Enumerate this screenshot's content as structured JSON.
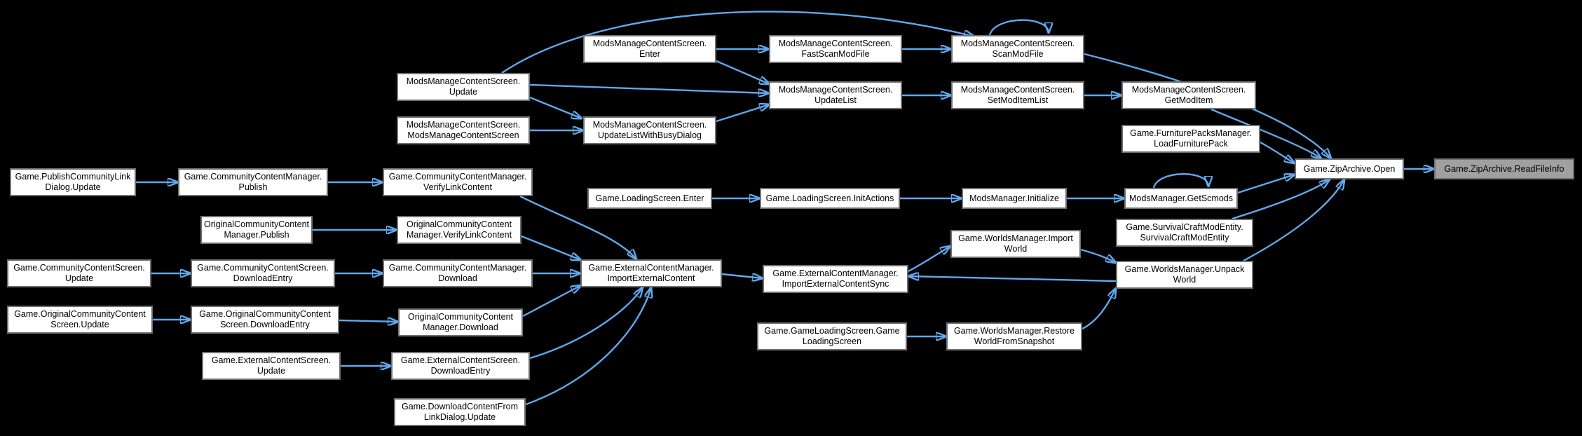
{
  "diagram": {
    "kind": "caller-graph",
    "highlighted_function": "Game.ZipArchive.ReadFileInfo"
  },
  "colors": {
    "background": "#000000",
    "node_fill": "#ffffff",
    "node_border": "#6f6f6f",
    "node_text": "#000000",
    "edge": "#5fa8ec",
    "highlight_fill": "#a0a0a0"
  },
  "nodes": [
    {
      "id": "mmcs_enter",
      "label": "ModsManageContentScreen.\nEnter",
      "highlighted": false
    },
    {
      "id": "mmcs_fastscan",
      "label": "ModsManageContentScreen.\nFastScanModFile",
      "highlighted": false
    },
    {
      "id": "mmcs_scan",
      "label": "ModsManageContentScreen.\nScanModFile",
      "highlighted": false
    },
    {
      "id": "mmcs_update",
      "label": "ModsManageContentScreen.\nUpdate",
      "highlighted": false
    },
    {
      "id": "mmcs_updatelist",
      "label": "ModsManageContentScreen.\nUpdateList",
      "highlighted": false
    },
    {
      "id": "mmcs_setmod",
      "label": "ModsManageContentScreen.\nSetModItemList",
      "highlighted": false
    },
    {
      "id": "mmcs_getmoditem",
      "label": "ModsManageContentScreen.\nGetModItem",
      "highlighted": false
    },
    {
      "id": "mmcs_ctor",
      "label": "ModsManageContentScreen.\nModsManageContentScreen",
      "highlighted": false
    },
    {
      "id": "mmcs_busy",
      "label": "ModsManageContentScreen.\nUpdateListWithBusyDialog",
      "highlighted": false
    },
    {
      "id": "furniture",
      "label": "Game.FurniturePacksManager.\nLoadFurniturePack",
      "highlighted": false
    },
    {
      "id": "zip_open",
      "label": "Game.ZipArchive.Open",
      "highlighted": false
    },
    {
      "id": "zip_rfi",
      "label": "Game.ZipArchive.ReadFileInfo",
      "highlighted": true
    },
    {
      "id": "pcld",
      "label": "Game.PublishCommunityLink\nDialog.Update",
      "highlighted": false
    },
    {
      "id": "ccm_publish",
      "label": "Game.CommunityContentManager.\nPublish",
      "highlighted": false
    },
    {
      "id": "ccm_verify",
      "label": "Game.CommunityContentManager.\nVerifyLinkContent",
      "highlighted": false
    },
    {
      "id": "ls_enter",
      "label": "Game.LoadingScreen.Enter",
      "highlighted": false
    },
    {
      "id": "ls_init",
      "label": "Game.LoadingScreen.InitActions",
      "highlighted": false
    },
    {
      "id": "mm_init",
      "label": "ModsManager.Initialize",
      "highlighted": false
    },
    {
      "id": "mm_getscmods",
      "label": "ModsManager.GetScmods",
      "highlighted": false
    },
    {
      "id": "occm_publish",
      "label": "OriginalCommunityContent\nManager.Publish",
      "highlighted": false
    },
    {
      "id": "occm_verify",
      "label": "OriginalCommunityContent\nManager.VerifyLinkContent",
      "highlighted": false
    },
    {
      "id": "scme",
      "label": "Game.SurvivalCraftModEntity.\nSurvivalCraftModEntity",
      "highlighted": false
    },
    {
      "id": "wm_import",
      "label": "Game.WorldsManager.Import\nWorld",
      "highlighted": false
    },
    {
      "id": "ccs_update",
      "label": "Game.CommunityContentScreen.\nUpdate",
      "highlighted": false
    },
    {
      "id": "ccs_dl",
      "label": "Game.CommunityContentScreen.\nDownloadEntry",
      "highlighted": false
    },
    {
      "id": "ccm_dl",
      "label": "Game.CommunityContentManager.\nDownload",
      "highlighted": false
    },
    {
      "id": "ecm_import",
      "label": "Game.ExternalContentManager.\nImportExternalContent",
      "highlighted": false
    },
    {
      "id": "ecm_sync",
      "label": "Game.ExternalContentManager.\nImportExternalContentSync",
      "highlighted": false
    },
    {
      "id": "wm_unpack",
      "label": "Game.WorldsManager.Unpack\nWorld",
      "highlighted": false
    },
    {
      "id": "ocs_update",
      "label": "Game.OriginalCommunityContent\nScreen.Update",
      "highlighted": false
    },
    {
      "id": "ocs_dl",
      "label": "Game.OriginalCommunityContent\nScreen.DownloadEntry",
      "highlighted": false
    },
    {
      "id": "occm_dl",
      "label": "OriginalCommunityContent\nManager.Download",
      "highlighted": false
    },
    {
      "id": "gls",
      "label": "Game.GameLoadingScreen.Game\nLoadingScreen",
      "highlighted": false
    },
    {
      "id": "wm_restore",
      "label": "Game.WorldsManager.Restore\nWorldFromSnapshot",
      "highlighted": false
    },
    {
      "id": "ecs_update",
      "label": "Game.ExternalContentScreen.\nUpdate",
      "highlighted": false
    },
    {
      "id": "ecs_dl",
      "label": "Game.ExternalContentScreen.\nDownloadEntry",
      "highlighted": false
    },
    {
      "id": "dcfl",
      "label": "Game.DownloadContentFrom\nLinkDialog.Update",
      "highlighted": false
    }
  ],
  "edges": [
    {
      "from": "mmcs_update",
      "to": "mmcs_scan"
    },
    {
      "from": "mmcs_update",
      "to": "mmcs_updatelist"
    },
    {
      "from": "mmcs_update",
      "to": "mmcs_busy"
    },
    {
      "from": "mmcs_enter",
      "to": "mmcs_fastscan"
    },
    {
      "from": "mmcs_enter",
      "to": "mmcs_updatelist"
    },
    {
      "from": "mmcs_fastscan",
      "to": "mmcs_scan"
    },
    {
      "from": "mmcs_scan",
      "to": "mmcs_scan"
    },
    {
      "from": "mmcs_scan",
      "to": "zip_open"
    },
    {
      "from": "mmcs_ctor",
      "to": "mmcs_busy"
    },
    {
      "from": "mmcs_busy",
      "to": "mmcs_updatelist"
    },
    {
      "from": "mmcs_updatelist",
      "to": "mmcs_setmod"
    },
    {
      "from": "mmcs_setmod",
      "to": "mmcs_getmoditem"
    },
    {
      "from": "mmcs_getmoditem",
      "to": "zip_open"
    },
    {
      "from": "furniture",
      "to": "zip_open"
    },
    {
      "from": "zip_open",
      "to": "zip_rfi"
    },
    {
      "from": "pcld",
      "to": "ccm_publish"
    },
    {
      "from": "ccm_publish",
      "to": "ccm_verify"
    },
    {
      "from": "ccm_verify",
      "to": "ecm_import"
    },
    {
      "from": "occm_publish",
      "to": "occm_verify"
    },
    {
      "from": "occm_verify",
      "to": "ecm_import"
    },
    {
      "from": "ls_enter",
      "to": "ls_init"
    },
    {
      "from": "ls_init",
      "to": "mm_init"
    },
    {
      "from": "mm_init",
      "to": "mm_getscmods"
    },
    {
      "from": "mm_getscmods",
      "to": "mm_getscmods"
    },
    {
      "from": "mm_getscmods",
      "to": "zip_open"
    },
    {
      "from": "scme",
      "to": "zip_open"
    },
    {
      "from": "ccs_update",
      "to": "ccs_dl"
    },
    {
      "from": "ccs_dl",
      "to": "ccm_dl"
    },
    {
      "from": "ccm_dl",
      "to": "ecm_import"
    },
    {
      "from": "ocs_update",
      "to": "ocs_dl"
    },
    {
      "from": "ocs_dl",
      "to": "occm_dl"
    },
    {
      "from": "occm_dl",
      "to": "ecm_import"
    },
    {
      "from": "ecm_import",
      "to": "ecm_sync"
    },
    {
      "from": "ecm_sync",
      "to": "wm_import"
    },
    {
      "from": "wm_import",
      "to": "wm_unpack"
    },
    {
      "from": "wm_unpack",
      "to": "ecm_sync"
    },
    {
      "from": "wm_unpack",
      "to": "zip_open"
    },
    {
      "from": "gls",
      "to": "wm_restore"
    },
    {
      "from": "wm_restore",
      "to": "wm_unpack"
    },
    {
      "from": "ecs_update",
      "to": "ecs_dl"
    },
    {
      "from": "ecs_dl",
      "to": "ecm_import"
    },
    {
      "from": "dcfl",
      "to": "ecm_import"
    }
  ]
}
